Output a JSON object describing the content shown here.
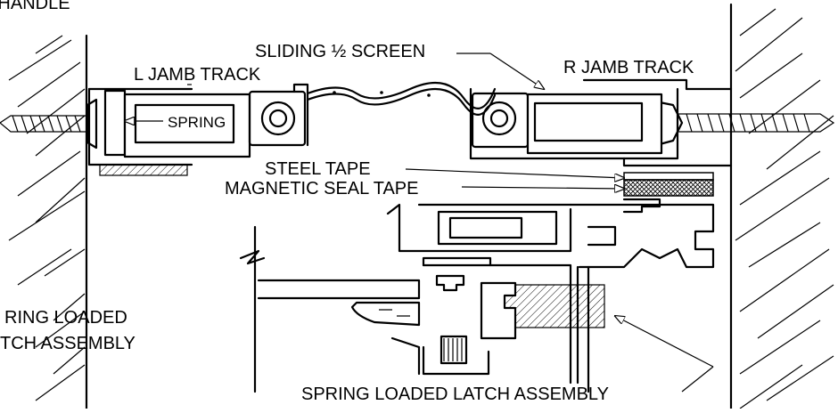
{
  "labels": {
    "top_left_cut": "T HANDLE",
    "sliding_screen": "SLIDING ½ SCREEN",
    "l_jamb_track": "L JAMB TRACK",
    "r_jamb_track": "R JAMB TRACK",
    "spring": "SPRING",
    "steel_tape": "STEEL TAPE",
    "magnetic_seal_tape": "MAGNETIC SEAL TAPE",
    "left_latch_line1": "RING LOADED",
    "left_latch_line2": "TCH ASSEMBLY",
    "bottom_latch": "SPRING LOADED LATCH ASSEMBLY"
  },
  "colors": {
    "line": "#000000",
    "background": "#ffffff"
  }
}
